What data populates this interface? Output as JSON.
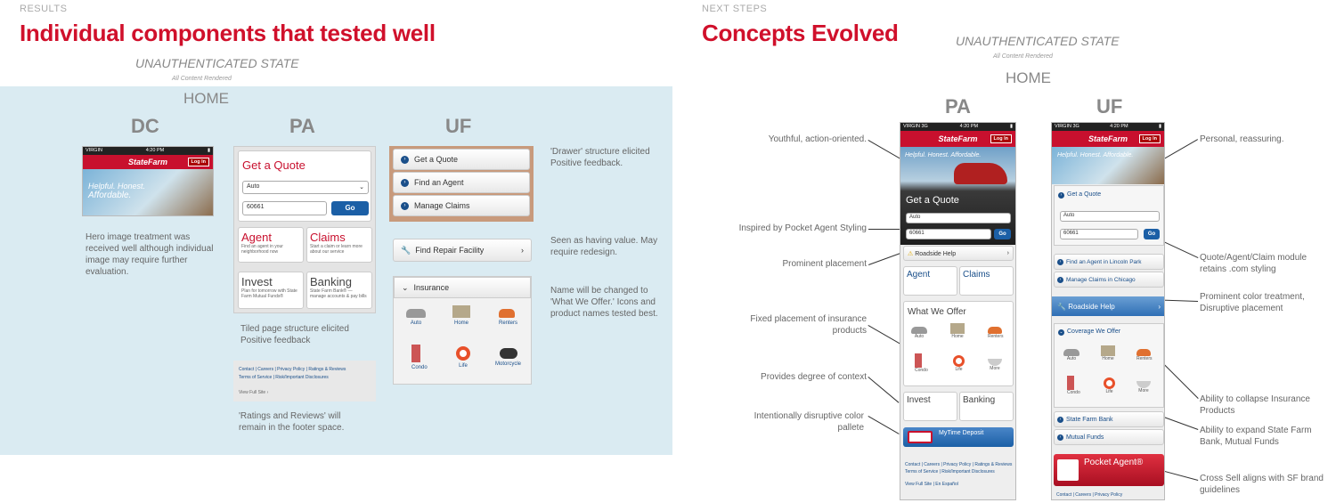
{
  "left": {
    "kicker": "RESULTS",
    "title": "Individual components that tested well",
    "state": "UNAUTHENTICATED STATE",
    "state_sub": "All Content Rendered",
    "home": "HOME",
    "cols": {
      "dc": "DC",
      "pa": "PA",
      "uf": "UF"
    },
    "notes": {
      "hero": "Hero image treatment was received well although individual image may require further evaluation.",
      "tiled": "Tiled page structure elicited Positive feedback",
      "ratings": "'Ratings and Reviews' will remain in the footer space.",
      "drawer": "'Drawer' structure elicited Positive feedback.",
      "value": "Seen as having value. May require redesign.",
      "name": "Name will be changed to 'What We Offer.' Icons and product names tested best."
    },
    "dc_phone": {
      "carrier": "VIRGIN",
      "time": "4:20 PM",
      "brand": "StateFarm",
      "login": "Log In",
      "hero1": "Helpful.  Honest.",
      "hero2": "Affordable."
    },
    "pa_phone": {
      "quote_title": "Get a Quote",
      "select": "Auto",
      "zip": "60661",
      "go": "Go",
      "tiles": [
        {
          "title": "Agent",
          "text": "Find an agent in your neighborhood now"
        },
        {
          "title": "Claims",
          "text": "Start a claim or learn more about our service"
        },
        {
          "title": "Invest",
          "text": "Plan for tomorrow with State Farm Mutual Funds®"
        },
        {
          "title": "Banking",
          "text": "State Farm Bank® — manage accounts & pay bills"
        }
      ],
      "footer1": "Contact  |  Careers  |  Privacy Policy  |  Ratings & Reviews",
      "footer2": "Terms of Service  |  Risk/Important Disclosures",
      "fullsite": "View Full Site"
    },
    "uf_phone": {
      "rows": [
        "Get a Quote",
        "Find an Agent",
        "Manage Claims"
      ],
      "repair": "Find Repair Facility",
      "insurance": "Insurance",
      "products": [
        "Auto",
        "Home",
        "Renters",
        "Condo",
        "Life",
        "Motorcycle"
      ]
    }
  },
  "right": {
    "kicker": "NEXT STEPS",
    "title": "Concepts Evolved",
    "state": "UNAUTHENTICATED STATE",
    "state_sub": "All Content Rendered",
    "home": "HOME",
    "cols": {
      "pa": "PA",
      "uf": "UF"
    },
    "notes_left": [
      "Youthful, action-oriented.",
      "Inspired by Pocket Agent Styling",
      "Prominent placement",
      "Fixed placement of insurance products",
      "Provides degree of context",
      "Intentionally disruptive color pallete"
    ],
    "notes_right": [
      "Personal, reassuring.",
      "Quote/Agent/Claim module retains .com styling",
      "Prominent color treatment, Disruptive placement",
      "Ability to collapse Insurance Products",
      "Ability to expand State Farm Bank, Mutual Funds",
      "Cross Sell aligns with SF brand guidelines"
    ],
    "pa_phone": {
      "carrier": "VIRGIN 3G",
      "time": "4:20 PM",
      "brand": "StateFarm",
      "login": "Log In",
      "hero": "Helpful.  Honest.  Affordable.",
      "quote_title": "Get a Quote",
      "select": "Auto",
      "zip": "60661",
      "go": "Go",
      "roadside": "Roadside Help",
      "tiles": [
        "Agent",
        "Claims"
      ],
      "offer_title": "What We Offer",
      "products": [
        "Auto",
        "Home",
        "Renters",
        "Condo",
        "Life",
        "More"
      ],
      "tiles2": [
        "Invest",
        "Banking"
      ],
      "mytime": "MyTime Deposit",
      "footer1": "Contact  |  Careers  |  Privacy Policy  |  Ratings & Reviews",
      "footer2": "Terms of Service  |  Risk/Important Disclosures",
      "footer3": "View Full Site  |  En Español"
    },
    "uf_phone": {
      "carrier": "VIRGIN 3G",
      "time": "4:20 PM",
      "brand": "StateFarm",
      "login": "Log In",
      "hero": "Helpful.  Honest.  Affordable.",
      "quote": "Get a Quote",
      "select": "Auto",
      "zip": "60661",
      "go": "Go",
      "agent": "Find an Agent in Lincoln Park",
      "claims": "Manage Claims in Chicago",
      "roadside": "Roadside Help",
      "coverage": "Coverage We Offer",
      "products": [
        "Auto",
        "Home",
        "Renters",
        "Condo",
        "Life",
        "More"
      ],
      "bank": "State Farm Bank",
      "funds": "Mutual Funds",
      "pocket": "Pocket Agent®",
      "footer1": "Contact  |  Careers  |  Privacy Policy"
    }
  },
  "colors": {
    "brand_red": "#d0102b",
    "panel_blue": "#daebf2",
    "button_blue": "#1b5fa6"
  }
}
